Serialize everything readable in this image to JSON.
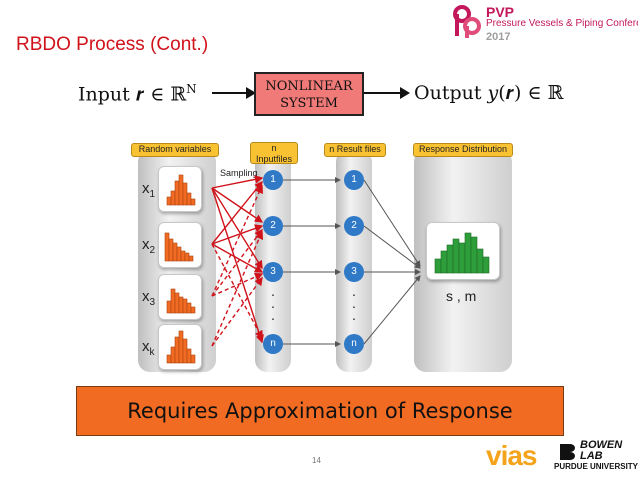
{
  "header": {
    "title": "RBDO Process (Cont.)",
    "conference_name": "PVP",
    "conference_sub": "Pressure Vessels & Piping Conference",
    "conference_year": "2017"
  },
  "equation": {
    "input": "Input 𝒓 ∈ ℝ",
    "input_sup": "N",
    "system_line1": "NONLINEAR",
    "system_line2": "SYSTEM",
    "output": "Output 𝑦(𝒓) ∈ ℝ"
  },
  "diagram": {
    "random_variables_label": "Random variables",
    "inputfiles_label_1": "n",
    "inputfiles_label_2": "Inputfiles",
    "result_files_label": "n Result files",
    "response_label": "Response Distribution",
    "sampling_label": "Sampling",
    "variables": [
      {
        "name": "x",
        "sub": "1"
      },
      {
        "name": "x",
        "sub": "2"
      },
      {
        "name": "x",
        "sub": "3"
      },
      {
        "name": "x",
        "sub": "k"
      }
    ],
    "nodes": [
      "1",
      "2",
      "3",
      "n"
    ],
    "ellipsis": "·\n·\n·",
    "stats_label": "s , m",
    "colors": {
      "histogram_orange": "#f26b23",
      "histogram_green": "#2e9e3a",
      "node_blue": "#2f79c7",
      "tag_yellow": "#f9c232"
    }
  },
  "banner": {
    "text": "Requires Approximation of Response",
    "color": "#f26b23"
  },
  "footer": {
    "page_number": "14",
    "logo_vias": "vias",
    "logo_bowen": "BOWEN",
    "logo_lab": "LAB",
    "logo_purdue": "PURDUE UNIVERSITY"
  }
}
